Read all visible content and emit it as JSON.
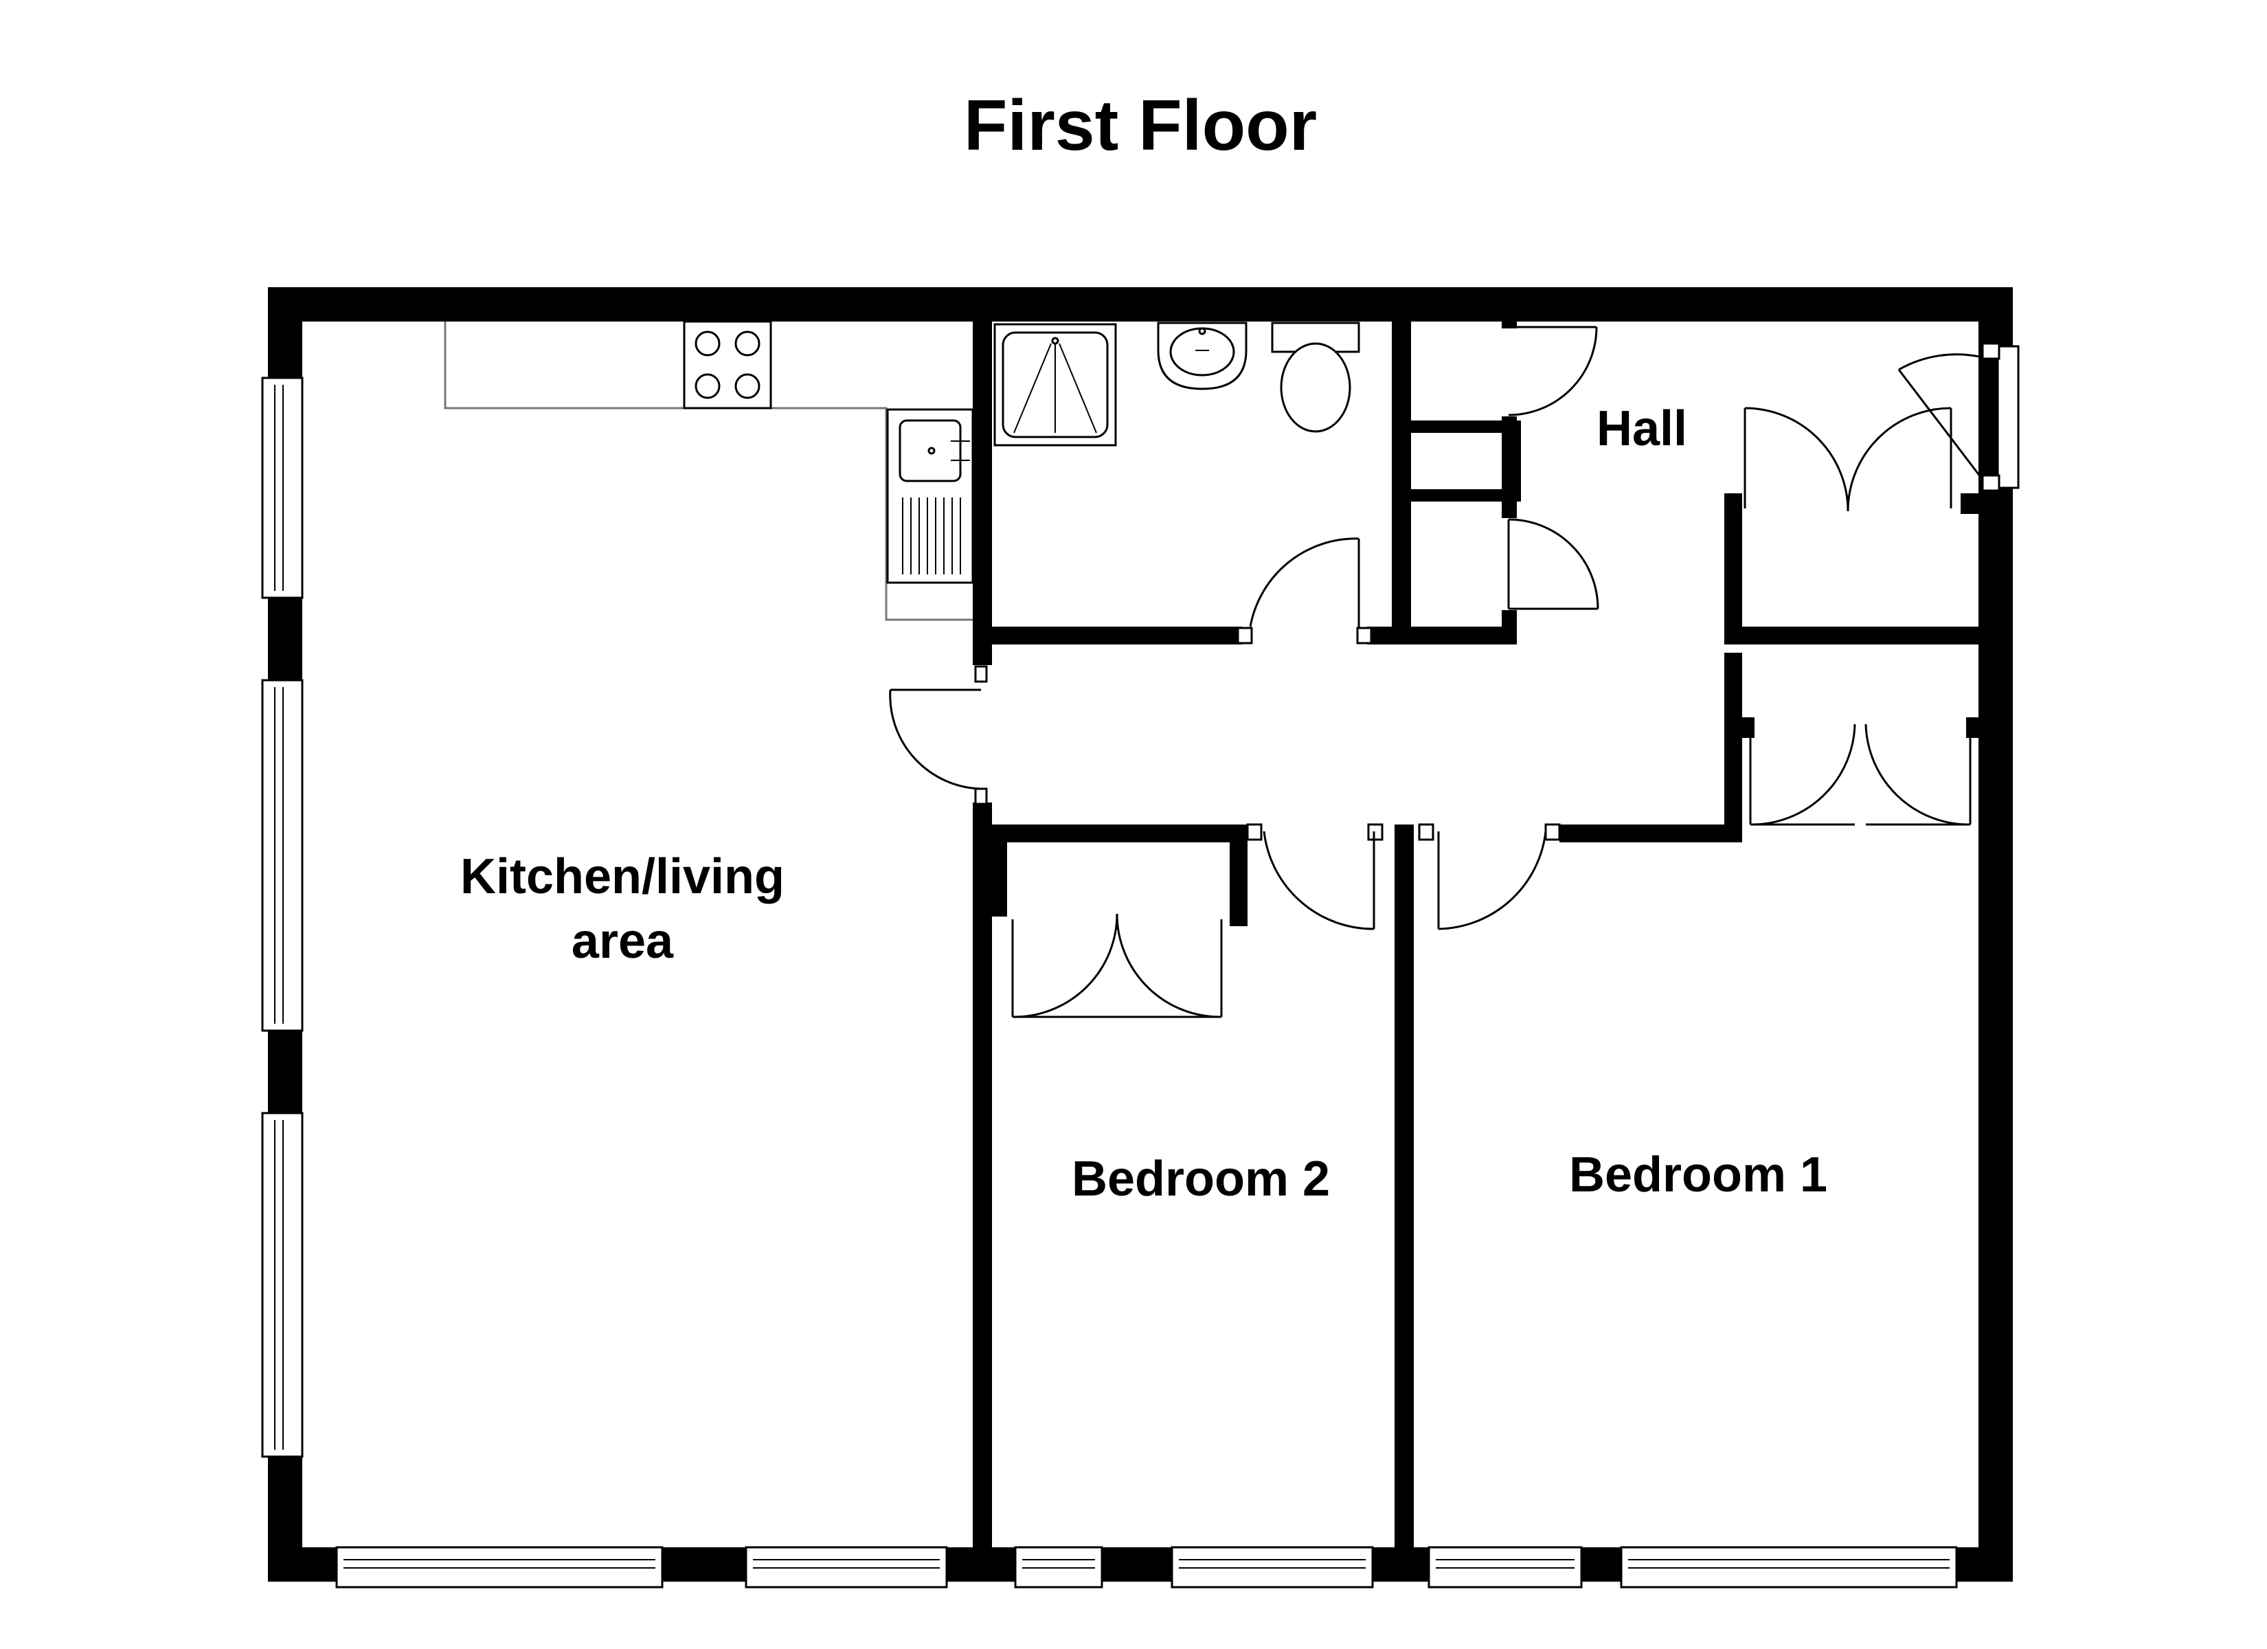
{
  "title": "First Floor",
  "rooms": {
    "kitchen_living_line1": "Kitchen/living",
    "kitchen_living_line2": "area",
    "hall": "Hall",
    "bedroom_2": "Bedroom 2",
    "bedroom_1": "Bedroom 1"
  },
  "colors": {
    "wall": "#000000",
    "background": "#ffffff",
    "counter": "#777777"
  }
}
